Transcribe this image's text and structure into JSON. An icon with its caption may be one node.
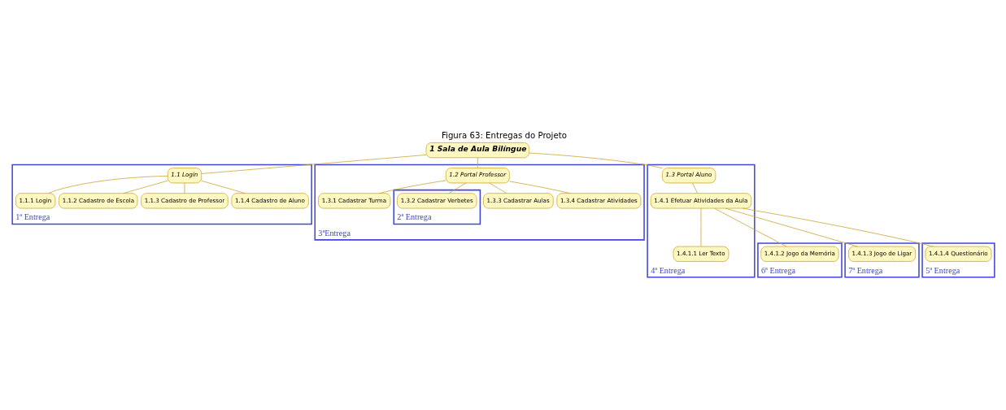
{
  "diagram": {
    "title": "Figura 63: Entregas do Projeto",
    "nodes": [
      {
        "text": [
          "1 Sala de Aula Bilíngue"
        ]
      },
      {
        "text": [
          "1ª Entrega"
        ]
      },
      {
        "text": [
          "1.1 Login"
        ],
        "in": 1
      },
      {
        "text": [
          "1.1.1 Login"
        ],
        "in": 1
      },
      {
        "text": [
          "1.1.2 Cadastro de Escola"
        ],
        "in": 1
      },
      {
        "text": [
          "1.1.3 Cadastro de Professor"
        ],
        "in": 1
      },
      {
        "text": [
          "1.1.4 Cadastro de Aluno"
        ],
        "in": 1
      },
      {
        "text": [
          "3ªEntrega"
        ]
      },
      {
        "text": [
          "1.2 Portal Professor"
        ],
        "in": 7
      },
      {
        "text": [
          "1.3.1 Cadastrar Turma"
        ],
        "in": 7
      },
      {
        "text": [
          "2ª Entrega"
        ],
        "in": 7
      },
      {
        "text": [
          "1.3.2 Cadastrar Verbetes"
        ],
        "in": 10
      },
      {
        "text": [
          "1.3.3 Cadastrar Aulas"
        ],
        "in": 7
      },
      {
        "text": [
          "1.3.4 Cadastrar Atividades"
        ],
        "in": 7
      },
      {
        "text": [
          "4ª Entrega"
        ]
      },
      {
        "text": [
          "1.3 Portal Aluno"
        ],
        "in": 14
      },
      {
        "text": [
          "1.4.1 Efetuar Atividades da Aula"
        ],
        "in": 14
      },
      {
        "text": [
          "1.4.1.1 Ler Texto"
        ],
        "in": 14
      },
      {
        "text": [
          "6ª Entrega"
        ]
      },
      {
        "text": [
          "1.4.1.2 Jogo da Memória"
        ],
        "in": 18
      },
      {
        "text": [
          "7ª Entrega"
        ]
      },
      {
        "text": [
          "1.4.1.3 Jogo de Ligar"
        ],
        "in": 20
      },
      {
        "text": [
          "5ª Entrega"
        ]
      },
      {
        "text": [
          "1.4.1.4 Questionário"
        ],
        "in": 22
      }
    ],
    "edges": [
      {
        "from": 0,
        "to": 2,
        "arrow": "none"
      },
      {
        "from": 0,
        "to": 8,
        "arrow": "none"
      },
      {
        "from": 0,
        "to": 15,
        "arrow": "none"
      },
      {
        "from": 2,
        "to": 3,
        "arrow": "none"
      },
      {
        "from": 2,
        "to": 4,
        "arrow": "none"
      },
      {
        "from": 2,
        "to": 5,
        "arrow": "none"
      },
      {
        "from": 2,
        "to": 6,
        "arrow": "none"
      },
      {
        "from": 8,
        "to": 9,
        "arrow": "none"
      },
      {
        "from": 8,
        "to": 11,
        "arrow": "none"
      },
      {
        "from": 8,
        "to": 12,
        "arrow": "none"
      },
      {
        "from": 8,
        "to": 13,
        "arrow": "none"
      },
      {
        "from": 15,
        "to": 16,
        "arrow": "none"
      },
      {
        "from": 16,
        "to": 17,
        "arrow": "none"
      },
      {
        "from": 16,
        "to": 19,
        "arrow": "none"
      },
      {
        "from": 16,
        "to": 21,
        "arrow": "none"
      },
      {
        "from": 16,
        "to": 23,
        "arrow": "none"
      }
    ]
  }
}
